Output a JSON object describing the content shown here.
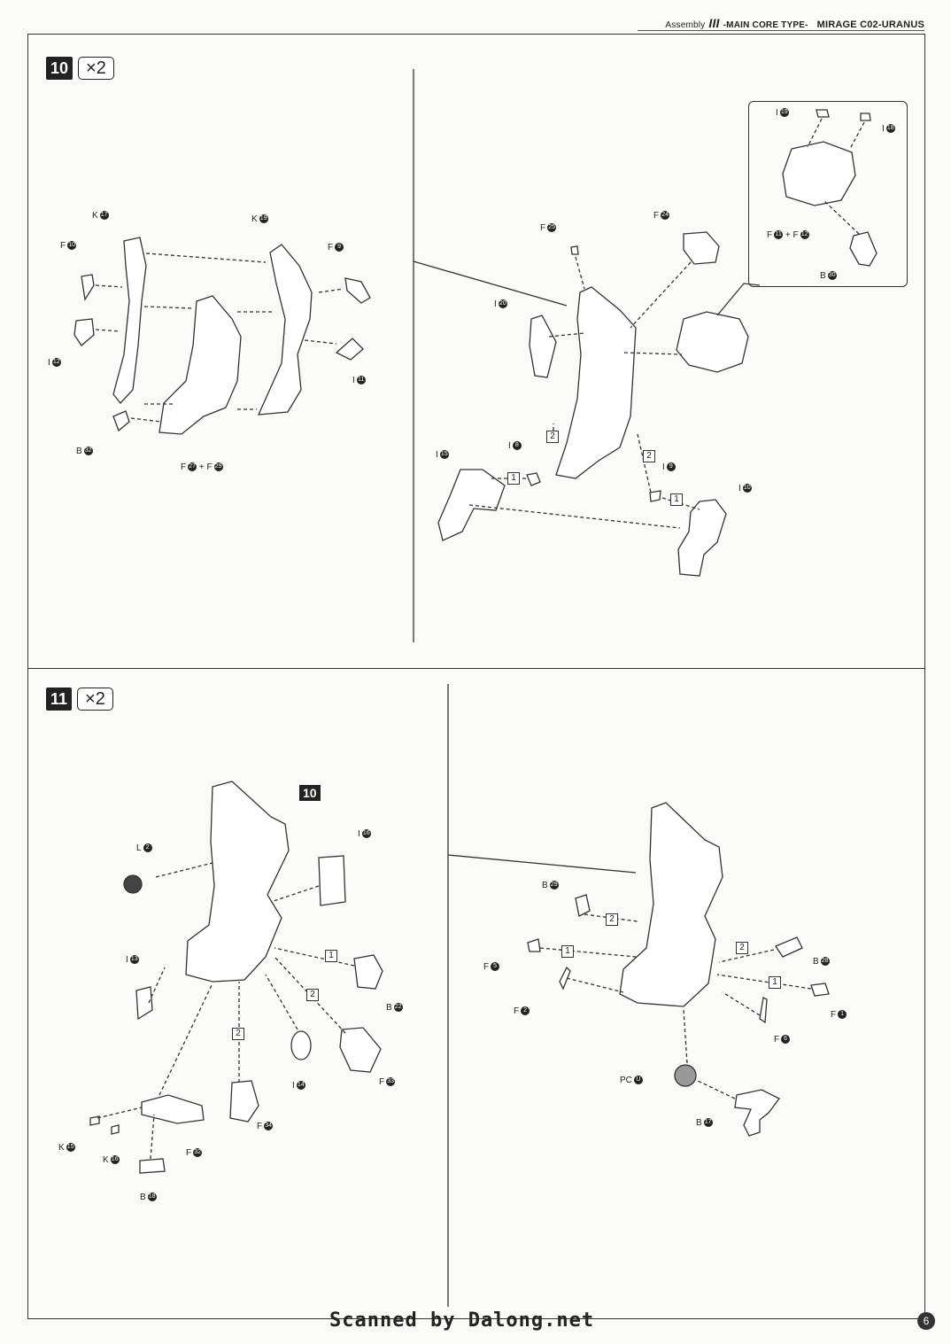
{
  "header": {
    "assembly": "Assembly",
    "roman": "III",
    "core_type": "-MAIN CORE TYPE-",
    "model": "MIRAGE C02-URANUS"
  },
  "step10": {
    "number": "10",
    "multiplier": "×2",
    "left_labels": [
      "K",
      "K",
      "F",
      "F",
      "I",
      "I",
      "B",
      "F",
      "F"
    ],
    "left_nums": [
      "17",
      "19",
      "10",
      "9",
      "12",
      "11",
      "32",
      "27",
      "29"
    ],
    "right_labels": [
      "F",
      "F",
      "I",
      "I",
      "I",
      "I",
      "I",
      "B",
      "I",
      "I",
      "F",
      "F"
    ],
    "right_nums": [
      "25",
      "24",
      "20",
      "8",
      "15",
      "9",
      "10",
      "30",
      "19",
      "18",
      "11",
      "12"
    ],
    "sub_steps": [
      "1",
      "2",
      "2",
      "1"
    ]
  },
  "step11": {
    "number": "11",
    "multiplier": "×2",
    "ref_badge": "10",
    "left_labels": [
      "L",
      "I",
      "I",
      "B",
      "I",
      "F",
      "F",
      "K",
      "K",
      "F",
      "B"
    ],
    "left_nums": [
      "2",
      "16",
      "13",
      "22",
      "14",
      "33",
      "34",
      "15",
      "16",
      "32",
      "18"
    ],
    "right_labels": [
      "B",
      "F",
      "F",
      "B",
      "F",
      "F",
      "PC",
      "B"
    ],
    "right_nums": [
      "29",
      "5",
      "2",
      "28",
      "1",
      "6",
      "U",
      "17"
    ],
    "sub_steps": [
      "1",
      "2",
      "2",
      "2",
      "1",
      "2",
      "1"
    ]
  },
  "footer": "Scanned by Dalong.net",
  "page_number": "6"
}
